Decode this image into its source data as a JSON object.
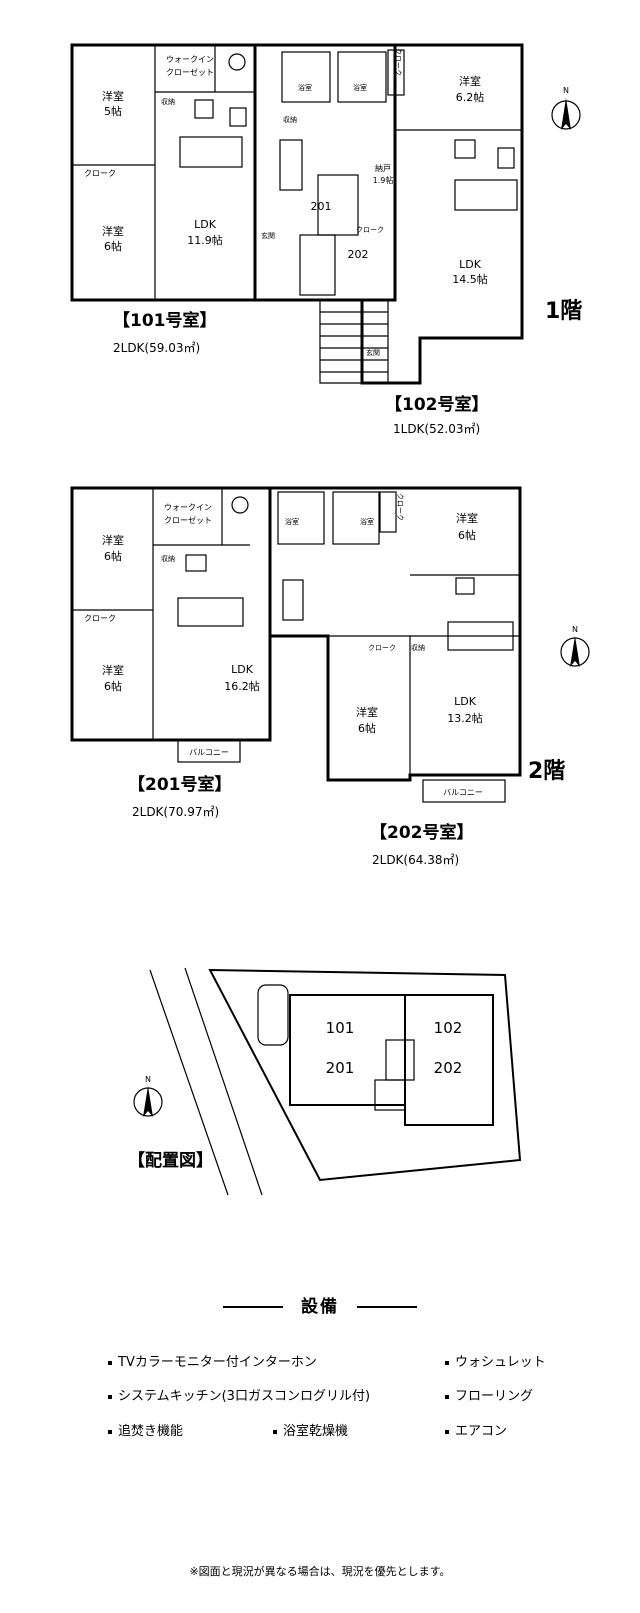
{
  "floor1": {
    "floor_label": "1階",
    "unit101": {
      "name": "【101号室】",
      "size": "2LDK(59.03㎡)",
      "rooms": {
        "yoshitsu1": "洋室",
        "yoshitsu1_size": "5帖",
        "wic1": "ウォークイン",
        "wic2": "クローゼット",
        "kura": "クローク",
        "yoshitsu2": "洋室",
        "yoshitsu2_size": "6帖",
        "ldk": "LDK",
        "ldk_size": "11.9帖",
        "shuno": "収納",
        "genkan": "玄関"
      }
    },
    "unit102": {
      "name": "【102号室】",
      "size": "1LDK(52.03㎡)",
      "rooms": {
        "yoshitsu": "洋室",
        "yoshitsu_size": "6.2帖",
        "nando": "納戸",
        "nando_size": "1.9帖",
        "ldk": "LDK",
        "ldk_size": "14.5帖",
        "kura": "クローク",
        "kura2": "クローク",
        "genkan": "玄関"
      }
    },
    "common": {
      "yoku1": "浴室",
      "yoku2": "浴室",
      "shuno": "収納",
      "no201": "201",
      "no202": "202"
    }
  },
  "floor2": {
    "floor_label": "2階",
    "unit201": {
      "name": "【201号室】",
      "size": "2LDK(70.97㎡)",
      "rooms": {
        "yoshitsu1": "洋室",
        "yoshitsu1_size": "6帖",
        "wic1": "ウォークイン",
        "wic2": "クローゼット",
        "kura": "クローク",
        "yoshitsu2": "洋室",
        "yoshitsu2_size": "6帖",
        "ldk": "LDK",
        "ldk_size": "16.2帖",
        "shuno": "収納",
        "balcony": "バルコニー",
        "yoku": "浴室"
      }
    },
    "unit202": {
      "name": "【202号室】",
      "size": "2LDK(64.38㎡)",
      "rooms": {
        "yoshitsu1": "洋室",
        "yoshitsu1_size": "6帖",
        "kura1": "クローク",
        "kura2": "クローク",
        "yoshitsu2": "洋室",
        "yoshitsu2_size": "6帖",
        "ldk": "LDK",
        "ldk_size": "13.2帖",
        "shuno": "収納",
        "balcony": "バルコニー",
        "yoku": "浴室"
      }
    }
  },
  "site_plan": {
    "label": "【配置図】",
    "units": [
      "101",
      "201",
      "102",
      "202"
    ]
  },
  "north_mark": "N",
  "features": {
    "title": "設備",
    "items": [
      "TVカラーモニター付インターホン",
      "ウォシュレット",
      "システムキッチン(3口ガスコンログリル付)",
      "フローリング",
      "追焚き機能",
      "浴室乾燥機",
      "エアコン"
    ]
  },
  "note": "※図面と現況が異なる場合は、現況を優先とします。"
}
